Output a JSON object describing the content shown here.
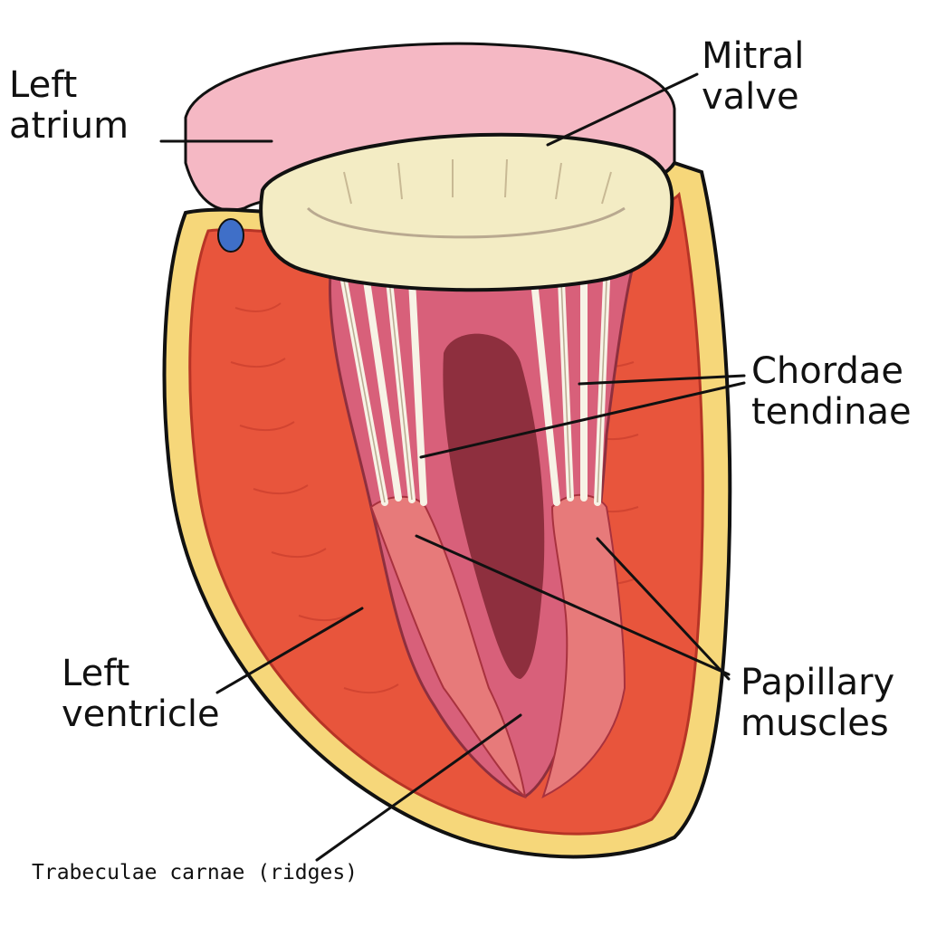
{
  "labels": {
    "left_atrium": {
      "line1": "Left",
      "line2": "atrium"
    },
    "mitral_valve": {
      "line1": "Mitral",
      "line2": "valve"
    },
    "chordae_tendinae": {
      "line1": "Chordae",
      "line2": "tendinae"
    },
    "left_ventricle": {
      "line1": "Left",
      "line2": "ventricle"
    },
    "papillary_muscles": {
      "line1": "Papillary",
      "line2": "muscles"
    },
    "trabeculae_carnae": {
      "text": "Trabeculae carnae (ridges)"
    }
  },
  "colors": {
    "myocardium": "#e8553c",
    "myocardium_dark": "#c43a2a",
    "atrium": "#f5b8c4",
    "valve": "#f3ecc4",
    "chordae": "#f7f3e6",
    "cavity": "#8e2f3e",
    "epicardium": "#f6d77a",
    "leader_line": "#111111"
  }
}
